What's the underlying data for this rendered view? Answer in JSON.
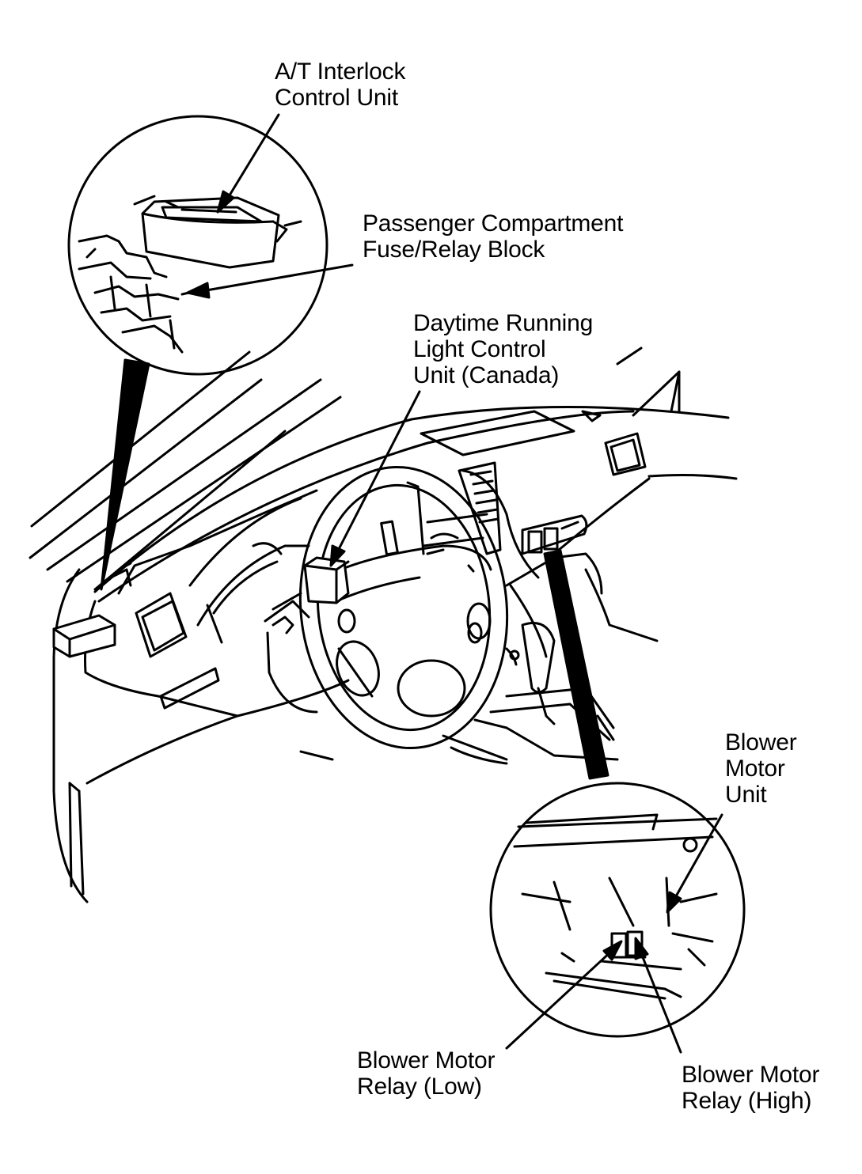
{
  "labels": {
    "at_interlock": [
      "A/T Interlock",
      "Control Unit"
    ],
    "fuse_relay_block": [
      "Passenger Compartment",
      "Fuse/Relay Block"
    ],
    "drl_control_unit": [
      "Daytime Running",
      "Light Control",
      "Unit (Canada)"
    ],
    "blower_motor_unit": [
      "Blower",
      "Motor",
      "Unit"
    ],
    "blower_relay_low": [
      "Blower Motor",
      "Relay (Low)"
    ],
    "blower_relay_high": [
      "Blower Motor",
      "Relay (High)"
    ]
  },
  "colors": {
    "ink": "#000000",
    "paper": "#ffffff"
  }
}
